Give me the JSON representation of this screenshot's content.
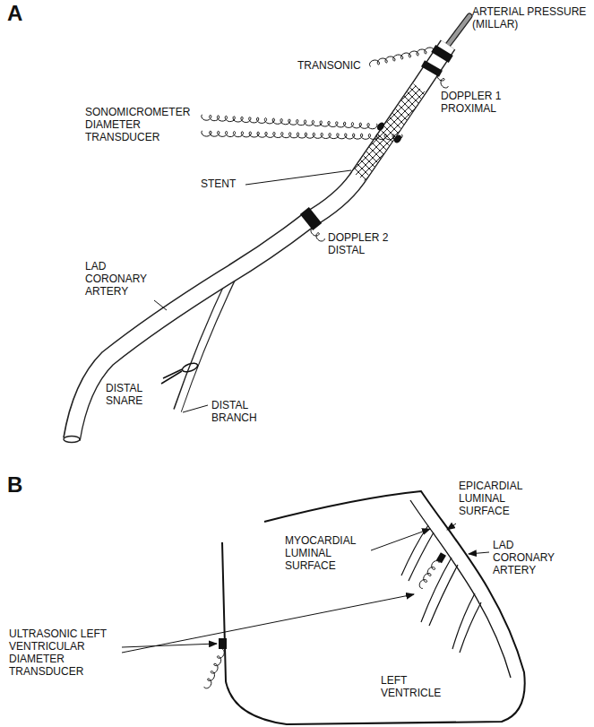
{
  "diagram": {
    "labels": [
      "A",
      "ARTERIAL PRESSURE (MILLAR)",
      "TRANSONIC",
      "SONOMICROMETER DIAMETER TRANSDUCER",
      "DOPPLER 1 PROXIMAL",
      "STENT",
      "LAD CORONARY ARTERY",
      "DOPPLER 2 DISTAL",
      "DISTAL SNARE",
      "DISTAL BRANCH",
      "B",
      "EPICARDIAL LUMINAL SURFACE",
      "MYOCARDIAL LUMINAL SURFACE",
      "LAD CORONARY ARTERY",
      "ULTRASONIC LEFT VENTRICULAR DIAMETER TRANSDUCER",
      "LEFT VENTRICLE"
    ]
  }
}
